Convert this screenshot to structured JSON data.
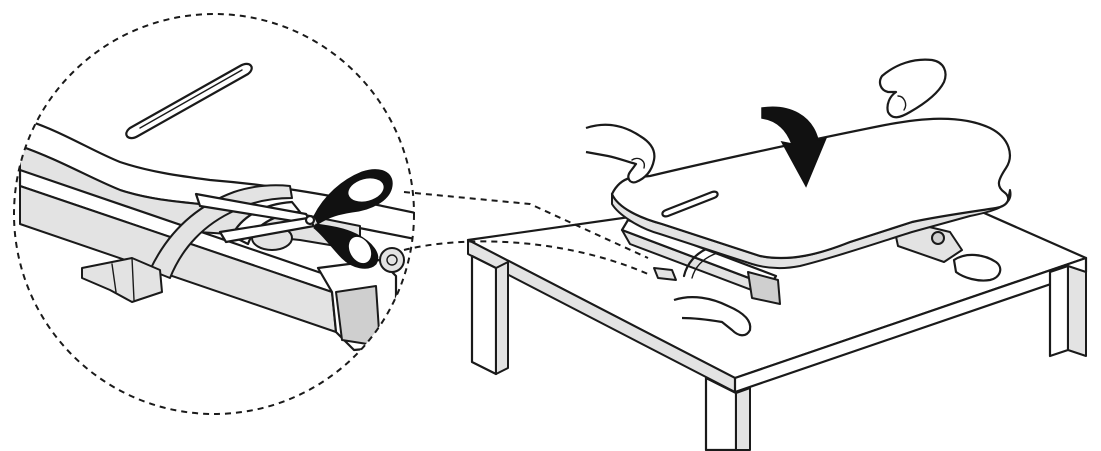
{
  "figure": {
    "colors": {
      "line": "#1a1a1a",
      "surface": "#ffffff",
      "shade": "#e3e3e3",
      "dark_shade": "#cfcfcf"
    },
    "elements": [
      "table",
      "standing-desk-converter",
      "rotation-arrow",
      "hands",
      "magnified-detail-callout",
      "scissors-icon",
      "cable-tie-strap"
    ]
  }
}
